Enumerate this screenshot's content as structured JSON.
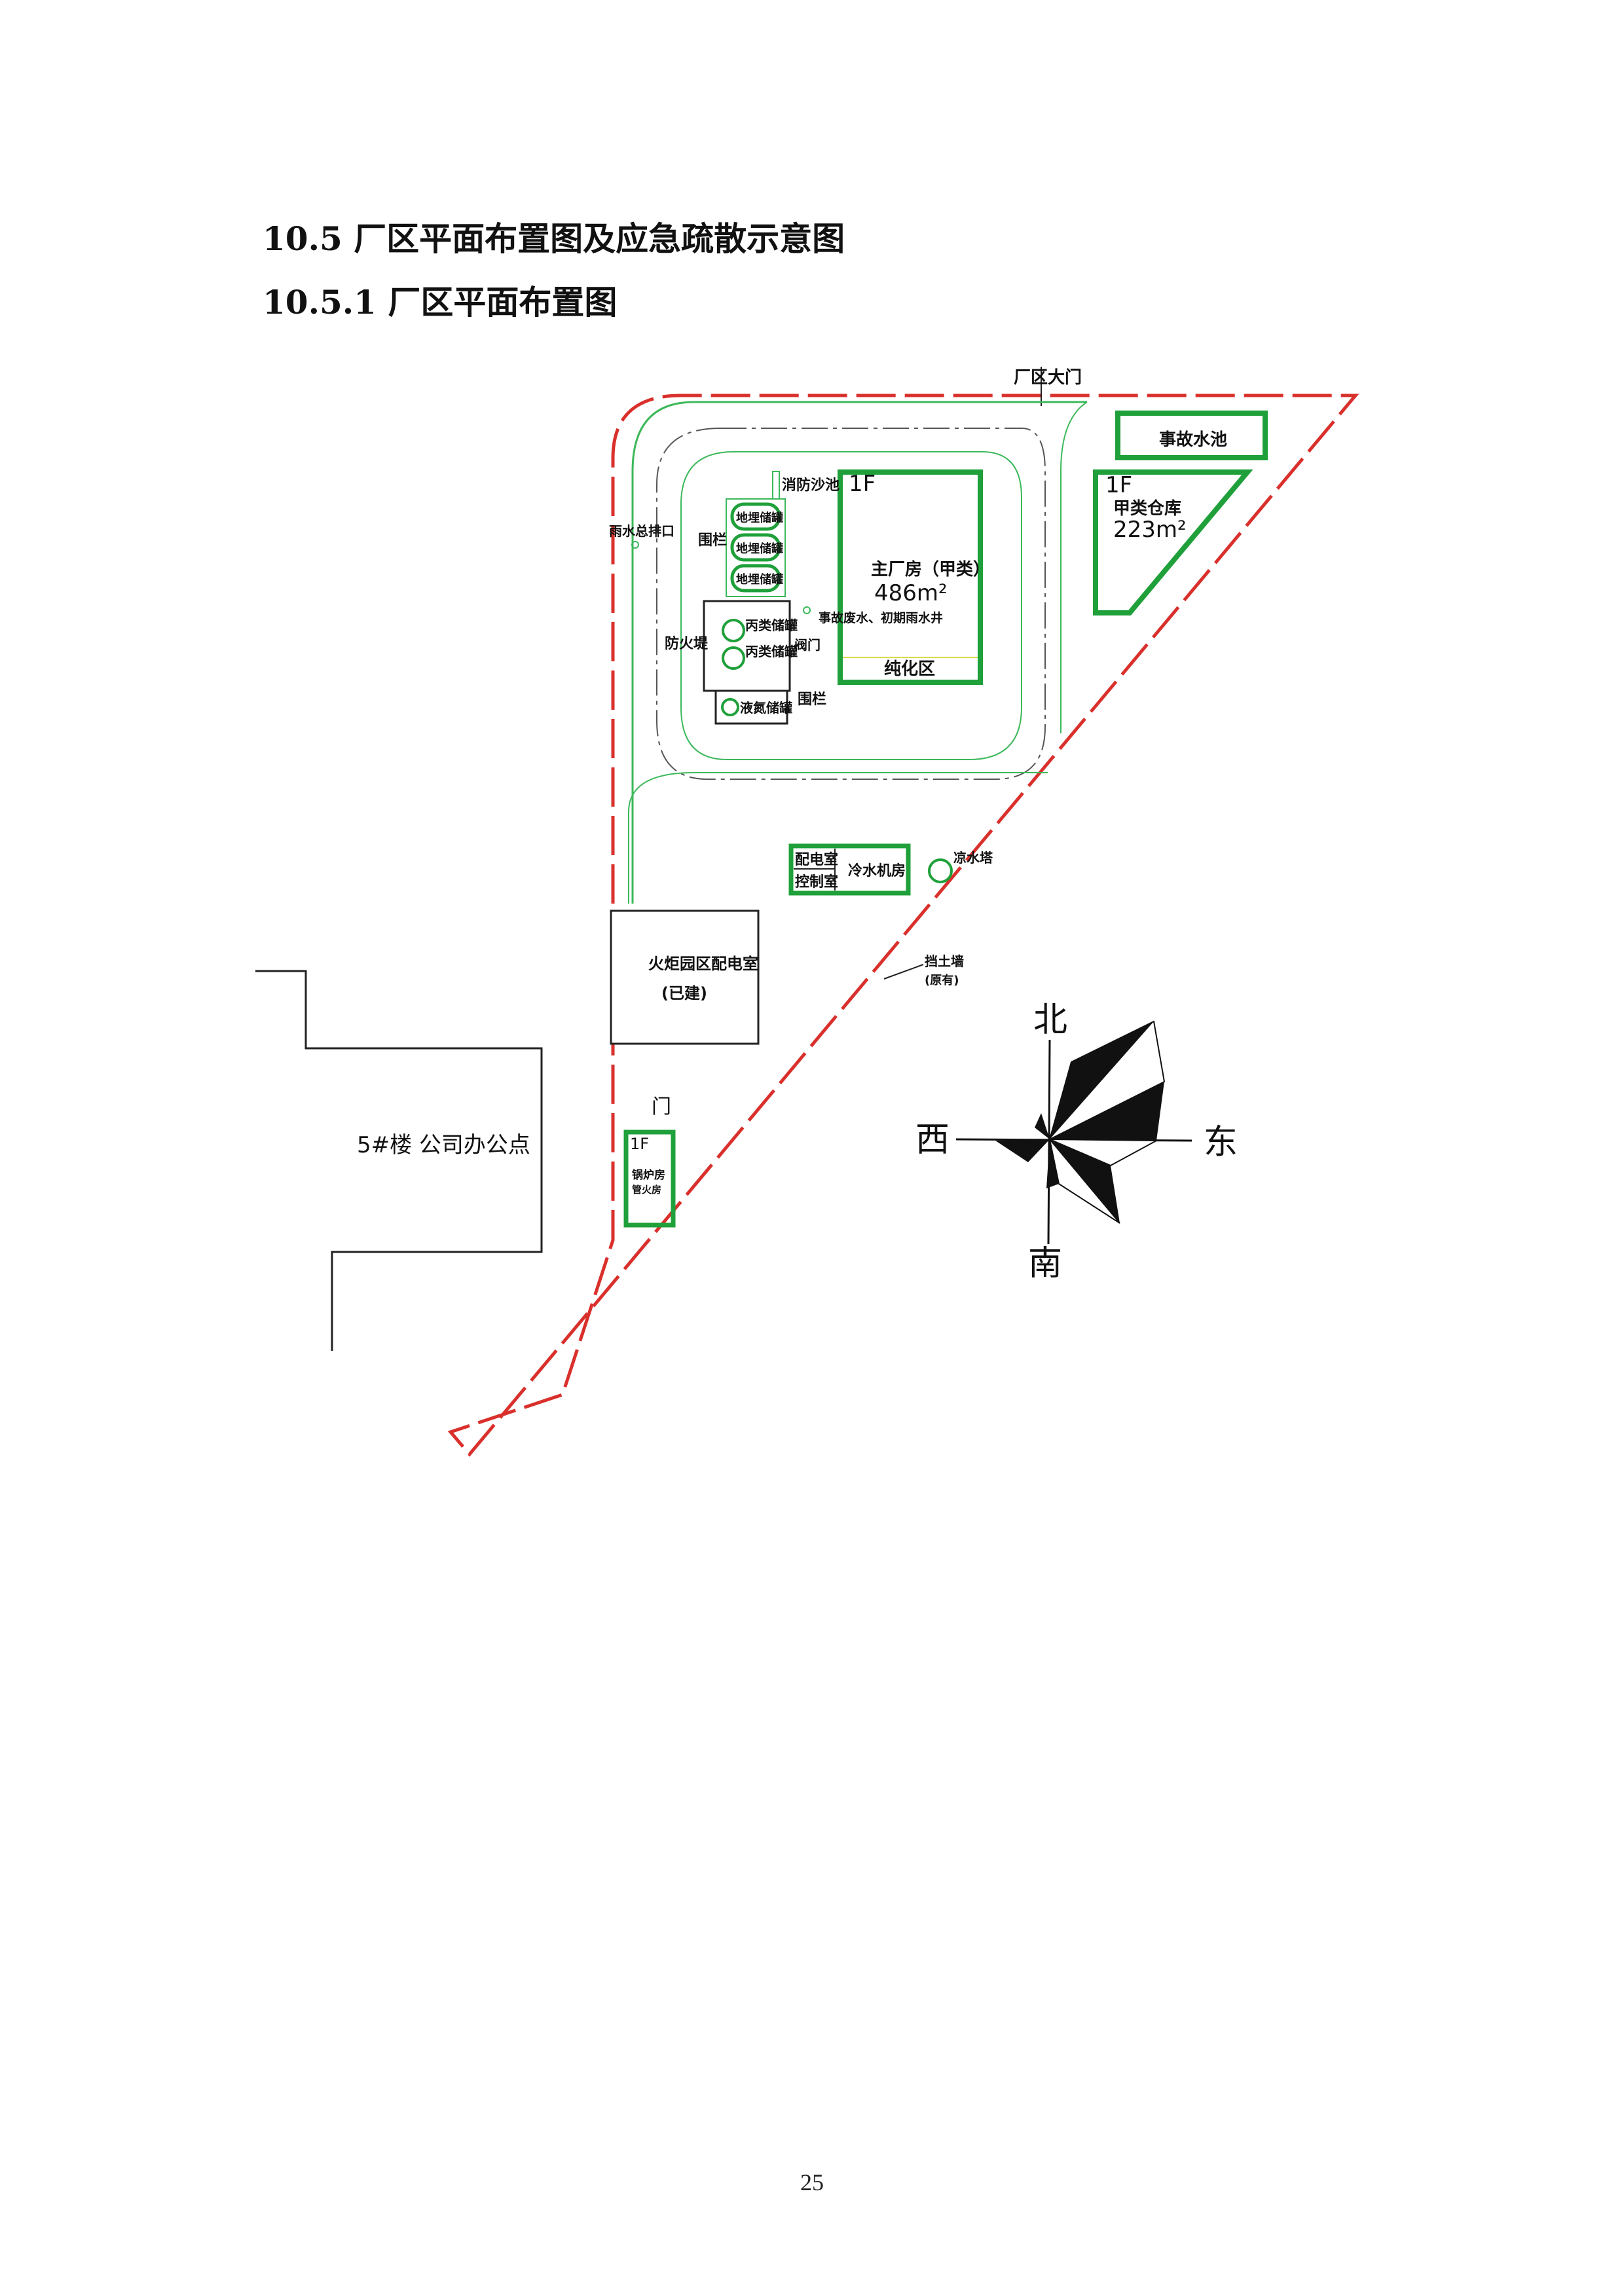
{
  "headings": {
    "section": "10.5 厂区平面布置图及应急疏散示意图",
    "subsection": "10.5.1 厂区平面布置图"
  },
  "plan": {
    "main_gate": "厂区大门",
    "accident_pool": "事故水池",
    "warehouse": {
      "floor": "1F",
      "name": "甲类仓库",
      "area": "223m²"
    },
    "main_plant": {
      "floor": "1F",
      "name": "主厂房（甲类）",
      "area": "486m²",
      "zone": "纯化区"
    },
    "fire_sand_pool": "消防沙池",
    "rain_outlet": "雨水总排口",
    "fence_1": "围栏",
    "fence_2": "围栏",
    "buried_tanks": [
      "地埋储罐",
      "地埋储罐",
      "地埋储罐"
    ],
    "firewall": "防火堤",
    "class_c_tanks": [
      "丙类储罐",
      "丙类储罐"
    ],
    "ln2_tank": "液氮储罐",
    "well": "事故废水、初期雨水井",
    "valve": "阀门",
    "power_room": "配电室",
    "control_room": "控制室",
    "chiller_room": "冷水机房",
    "cooling_tower": "凉水塔",
    "retaining_wall": "挡土墙",
    "retaining_wall_note": "(原有)",
    "park_power_room": "火炬园区配电室",
    "park_power_room_note": "(已建)",
    "office": "5#楼  公司办公点",
    "gate": "门",
    "boiler": {
      "floor": "1F",
      "name": "锅炉房",
      "sub": "管火房"
    }
  },
  "compass": {
    "north": "北",
    "south": "南",
    "east": "东",
    "west": "西"
  },
  "colors": {
    "boundary": "#d9302c",
    "building": "#1fa03a",
    "road": "#3cb85a"
  },
  "page_number": "25"
}
